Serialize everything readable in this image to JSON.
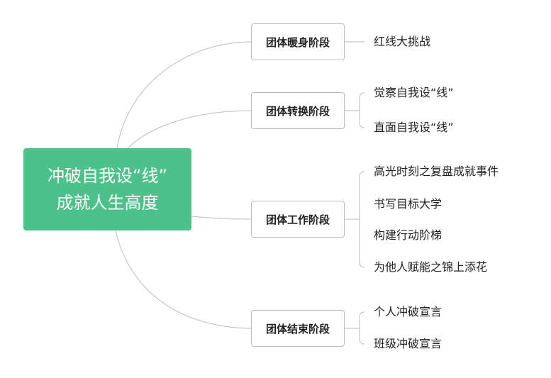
{
  "root": {
    "line1": "冲破自我设“线”",
    "line2": "成就人生高度"
  },
  "branches": [
    {
      "label": "团体暖身阶段",
      "children": [
        "红线大挑战"
      ]
    },
    {
      "label": "团体转换阶段",
      "children": [
        "觉察自我设“线”",
        "直面自我设“线”"
      ]
    },
    {
      "label": "团体工作阶段",
      "children": [
        "高光时刻之复盘成就事件",
        "书写目标大学",
        "构建行动阶梯",
        "为他人赋能之锦上添花"
      ]
    },
    {
      "label": "团体结束阶段",
      "children": [
        "个人冲破宣言",
        "班级冲破宣言"
      ]
    }
  ],
  "colors": {
    "root": "#4dc18a",
    "connector": "#c8c8c8"
  }
}
